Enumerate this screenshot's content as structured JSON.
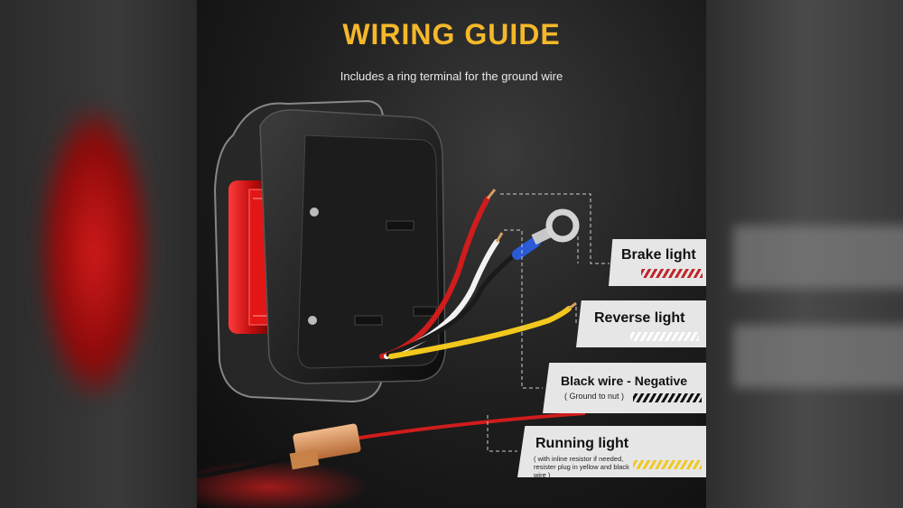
{
  "header": {
    "title": "WIRING GUIDE",
    "subtitle": "Includes a ring terminal for the ground wire"
  },
  "labels": [
    {
      "id": "brake",
      "title": "Brake light",
      "subtitle": "",
      "stripe_color": "#c0262b"
    },
    {
      "id": "reverse",
      "title": "Reverse light",
      "subtitle": "",
      "stripe_color": "#ffffff"
    },
    {
      "id": "negative",
      "title": "Black wire - Negative",
      "subtitle": "( Ground to nut )",
      "stripe_color": "#111111"
    },
    {
      "id": "running",
      "title": "Running light",
      "subtitle": "( with inline resistor if needed, resister plug in yellow and black wire )",
      "stripe_color": "#f2c81e"
    }
  ],
  "colors": {
    "title": "#f5b82a",
    "label_bg": "#e6e6e6",
    "wire_red": "#d01c1c",
    "wire_white": "#f2f2f2",
    "wire_yellow": "#f2c81e",
    "wire_black": "#1a1a1a"
  }
}
